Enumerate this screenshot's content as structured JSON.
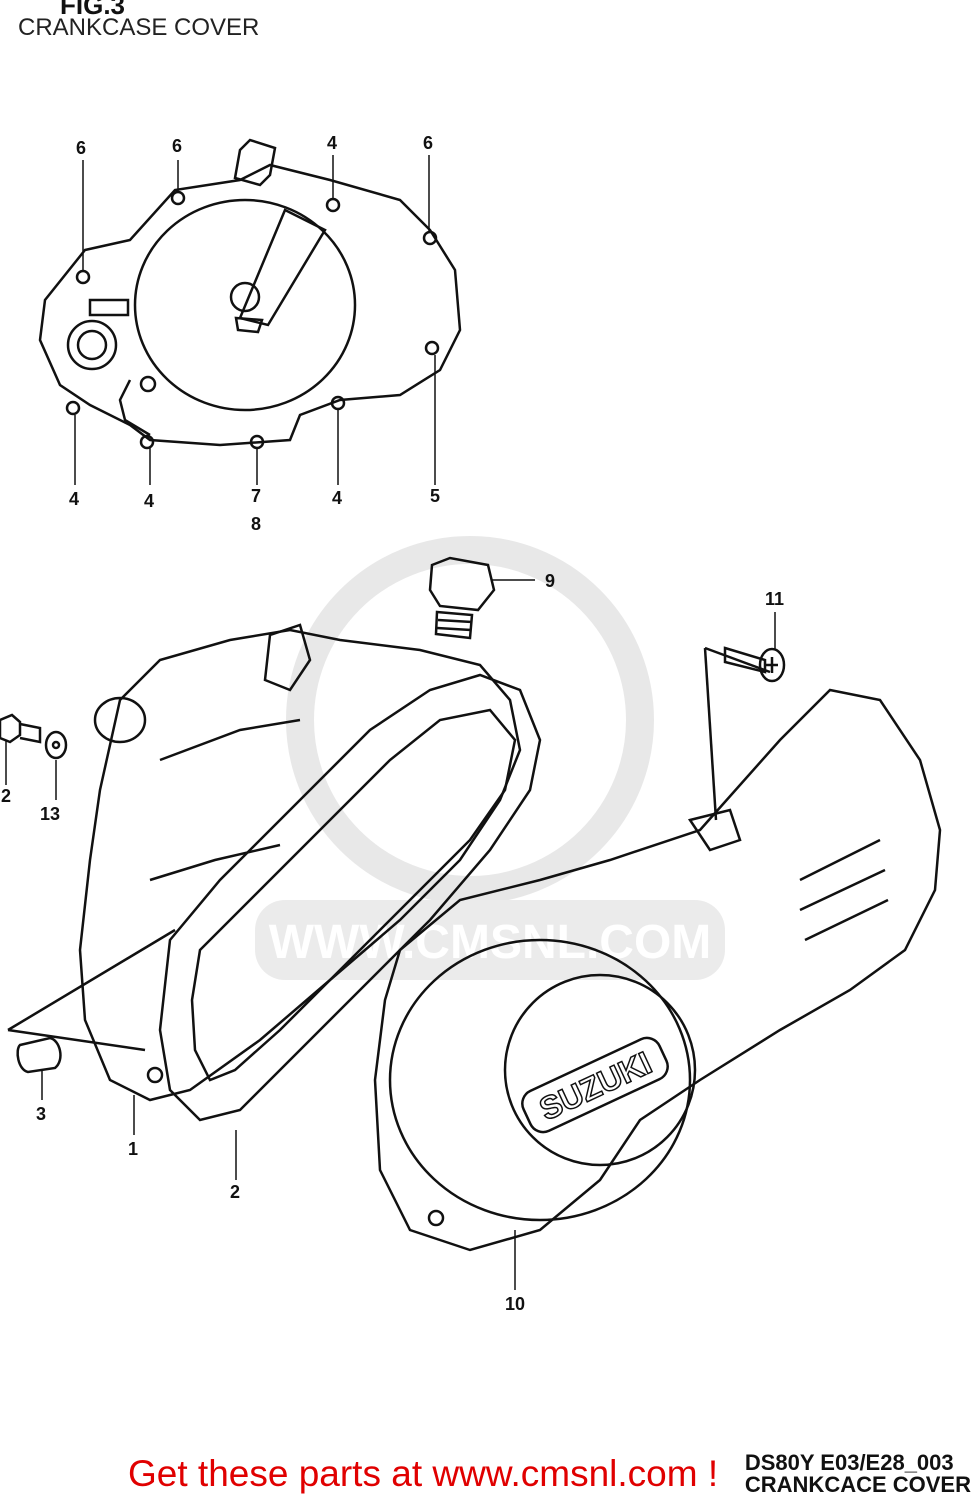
{
  "header": {
    "fig": "FIG.3",
    "subtitle": "CRANKCASE COVER"
  },
  "watermark": {
    "text": "WWW.CMSNL.COM"
  },
  "callouts": {
    "top": [
      "6",
      "6",
      "4",
      "6",
      "4",
      "4",
      "7",
      "8",
      "4",
      "5"
    ],
    "bottom": [
      "9",
      "11",
      "2",
      "13",
      "3",
      "1",
      "2",
      "10"
    ]
  },
  "logo_text": "SUZUKI",
  "footer": {
    "code_line1": "DS80Y E03/E28_003",
    "code_line2": "CRANKCACE COVER",
    "cta": "Get these parts at www.cmsnl.com !"
  },
  "colors": {
    "cta": "#e00000",
    "watermark": "#d9d9d9"
  }
}
